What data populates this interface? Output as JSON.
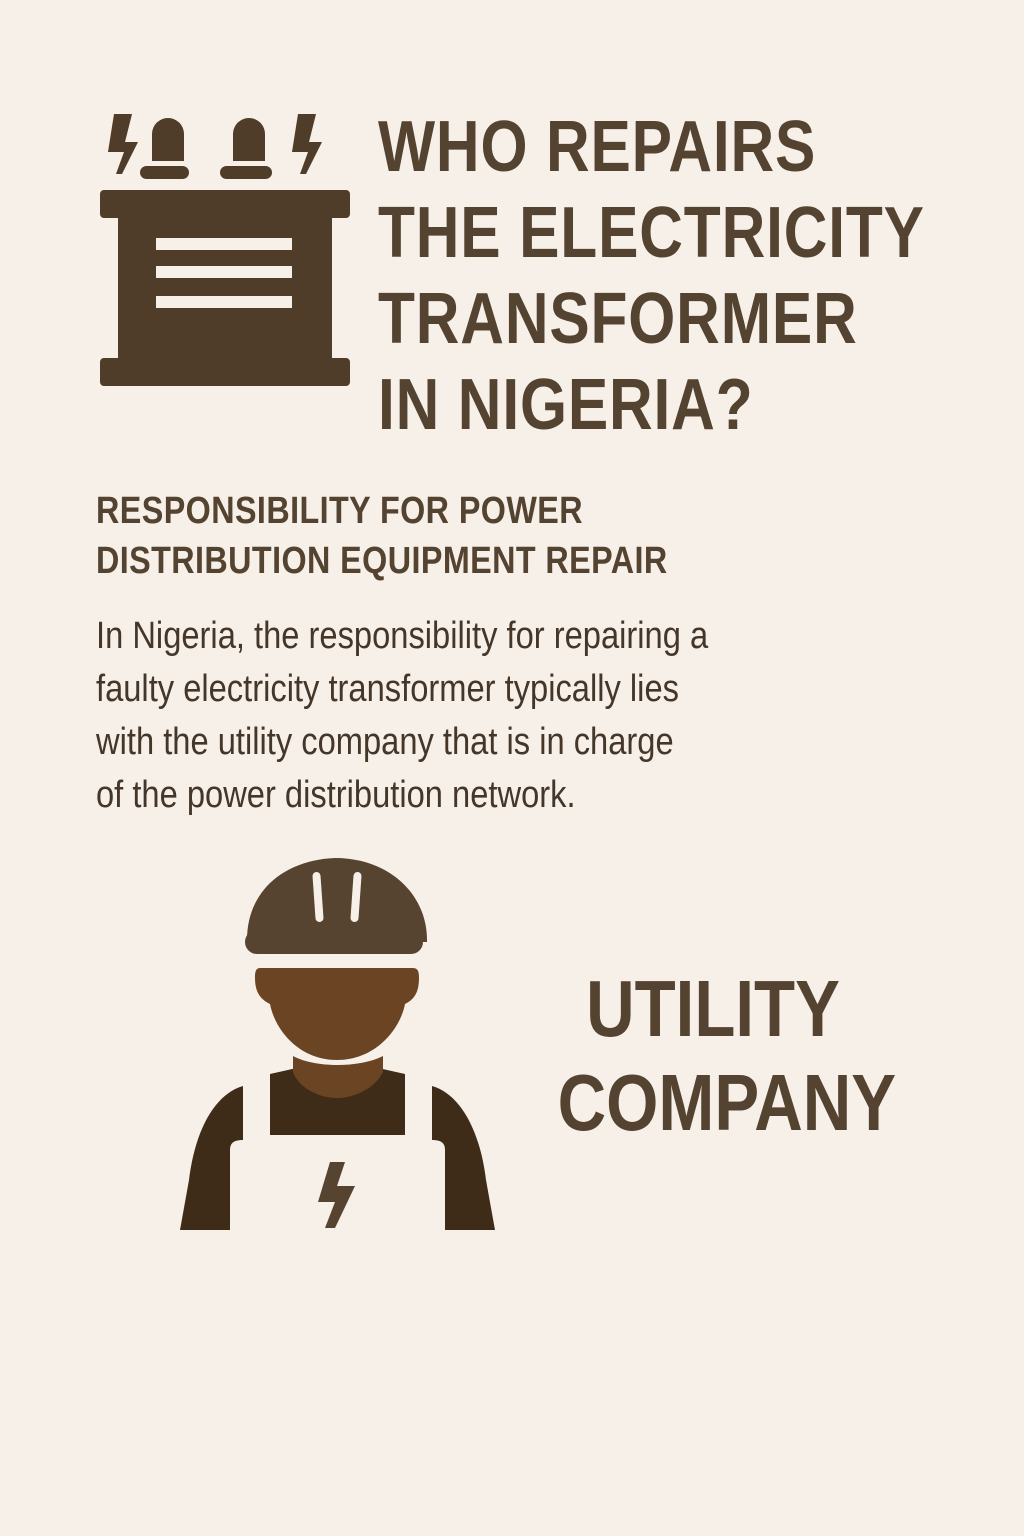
{
  "header": {
    "title_lines": [
      "WHO REPAIRS",
      "THE ELECTRICITY",
      "TRANSFORMER",
      "IN NIGERIA?"
    ],
    "icon": "transformer-icon"
  },
  "section": {
    "subtitle_lines": [
      "RESPONSIBILITY FOR POWER",
      "DISTRIBUTION EQUIPMENT REPAIR"
    ],
    "body_lines": [
      "In Nigeria, the responsibility for repairing a",
      "faulty electricity transformer typically lies",
      "with the utility company that is in charge",
      "of the power distribution network."
    ]
  },
  "answer": {
    "lines": [
      "UTILITY",
      "COMPANY"
    ],
    "icon": "utility-worker-icon"
  },
  "colors": {
    "background": "#f6f0e8",
    "primary_text": "#544330",
    "icon_dark": "#4f3d2a",
    "skin": "#6b4523",
    "shirt": "#3e2c18"
  }
}
